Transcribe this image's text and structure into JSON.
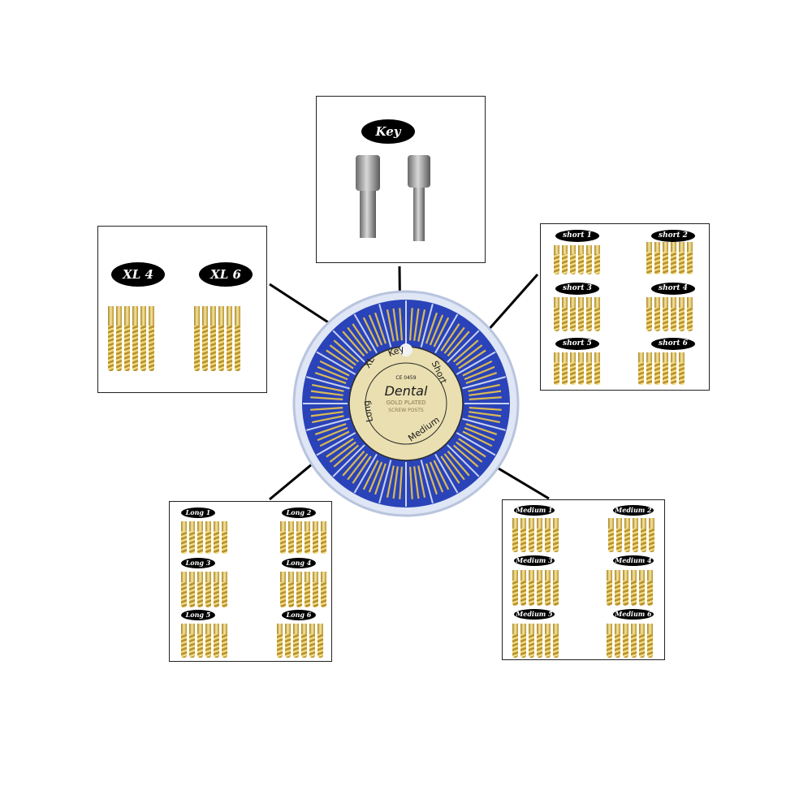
{
  "disc": {
    "brand": "Dental",
    "mark": "CE 0459",
    "line1": "GOLD PLATED",
    "line2": "SCREW POSTS",
    "ring_labels": [
      "XL",
      "Key",
      "Short",
      "Medium",
      "Long"
    ],
    "colors": {
      "container": "#2a43b8",
      "center": "#e9dfb0"
    }
  },
  "panels": {
    "key": {
      "label": "Key"
    },
    "xl": {
      "labels": [
        "XL 4",
        "XL 6"
      ]
    },
    "short": {
      "labels": [
        "short 1",
        "short 2",
        "short 3",
        "short 4",
        "short 5",
        "short 6"
      ]
    },
    "long": {
      "labels": [
        "Long 1",
        "Long 2",
        "Long 3",
        "Long 4",
        "Long 5",
        "Long 6"
      ]
    },
    "medium": {
      "labels": [
        "Medium 1",
        "Medium 2",
        "Medium 3",
        "Medium 4",
        "Medium 5",
        "Medium 6"
      ]
    }
  },
  "colors": {
    "gold": "#d9b955",
    "pill": "#000000",
    "border": "#222222"
  }
}
